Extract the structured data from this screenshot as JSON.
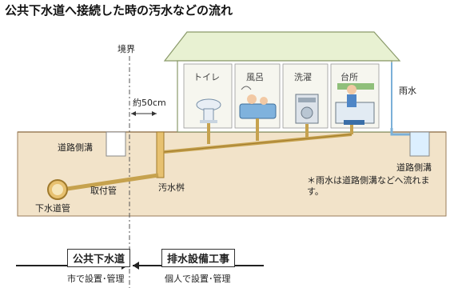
{
  "title": "公共下水道へ接続した時の汚水などの流れ",
  "labels": {
    "boundary": "境界",
    "distance": "約50cm",
    "road_gutter_left": "道路側溝",
    "road_gutter_right": "道路側溝",
    "rain": "雨水",
    "connection_pipe": "取付管",
    "sewer_pipe": "下水道管",
    "sewage_basin": "汚水桝",
    "note": "＊雨水は道路側溝などへ流れます。"
  },
  "rooms": [
    "トイレ",
    "風呂",
    "洗濯",
    "台所"
  ],
  "sections": {
    "public_title": "公共下水道",
    "public_sub": "市で設置･管理",
    "private_title": "排水設備工事",
    "private_sub": "個人で設置･管理"
  }
}
